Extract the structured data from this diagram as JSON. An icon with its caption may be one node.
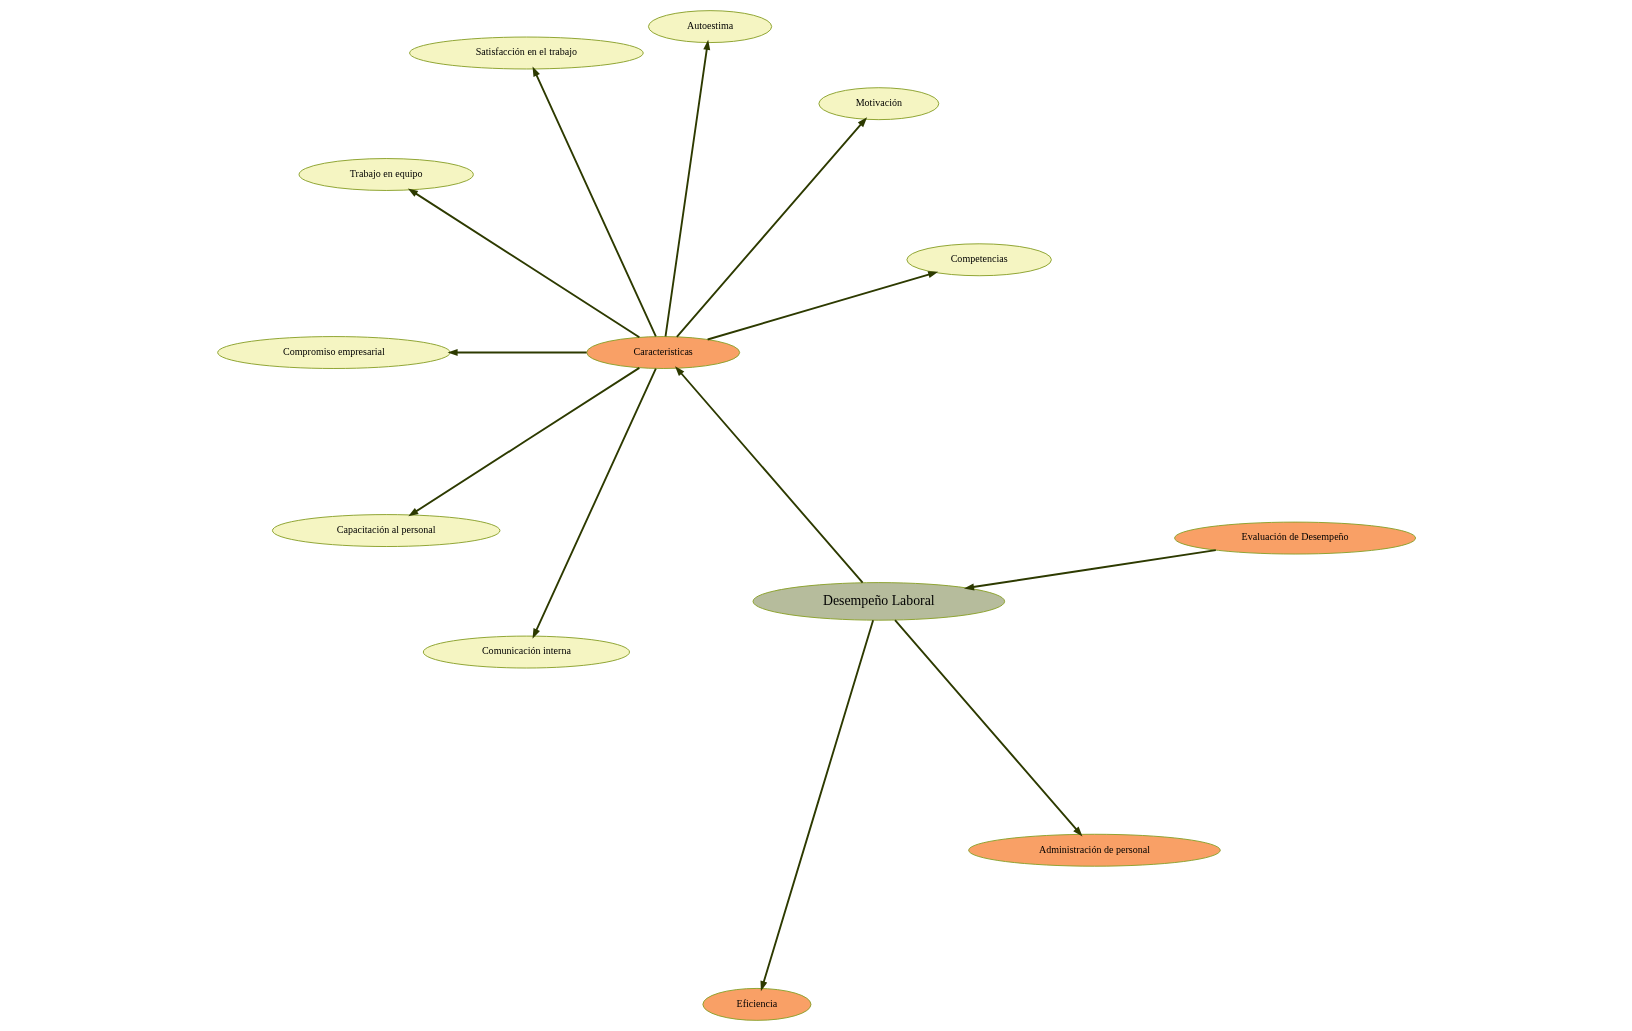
{
  "diagram": {
    "nodes": [
      {
        "text": [
          "Competencias"
        ]
      },
      {
        "text": [
          "Eficiencia"
        ]
      },
      {
        "text": [
          "Motivación"
        ]
      },
      {
        "text": [
          "Autoestima"
        ]
      },
      {
        "text": [
          "Desempeño Laboral"
        ]
      },
      {
        "text": [
          "Administración de personal"
        ]
      },
      {
        "text": [
          "Satisfacción en el trabajo"
        ]
      },
      {
        "text": [
          "Caracteristicas"
        ]
      },
      {
        "text": [
          "Trabajo en equipo"
        ]
      },
      {
        "text": [
          "Compromiso empresarial"
        ]
      },
      {
        "text": [
          "Evaluación de Desempeño"
        ]
      },
      {
        "text": [
          "Capacitación al personal"
        ]
      },
      {
        "text": [
          "Comunicación interna"
        ]
      }
    ],
    "edges": [
      {
        "from": 4,
        "to": 1,
        "arrow": "to"
      },
      {
        "from": 4,
        "to": 5,
        "arrow": "to"
      },
      {
        "from": 10,
        "to": 4,
        "arrow": "to"
      },
      {
        "from": 4,
        "to": 7,
        "arrow": "to"
      },
      {
        "from": 7,
        "to": 0,
        "arrow": "to"
      },
      {
        "from": 7,
        "to": 2,
        "arrow": "to"
      },
      {
        "from": 7,
        "to": 3,
        "arrow": "to"
      },
      {
        "from": 7,
        "to": 6,
        "arrow": "to"
      },
      {
        "from": 7,
        "to": 8,
        "arrow": "to"
      },
      {
        "from": 7,
        "to": 9,
        "arrow": "to"
      },
      {
        "from": 7,
        "to": 11,
        "arrow": "to"
      },
      {
        "from": 7,
        "to": 12,
        "arrow": "to"
      }
    ]
  }
}
